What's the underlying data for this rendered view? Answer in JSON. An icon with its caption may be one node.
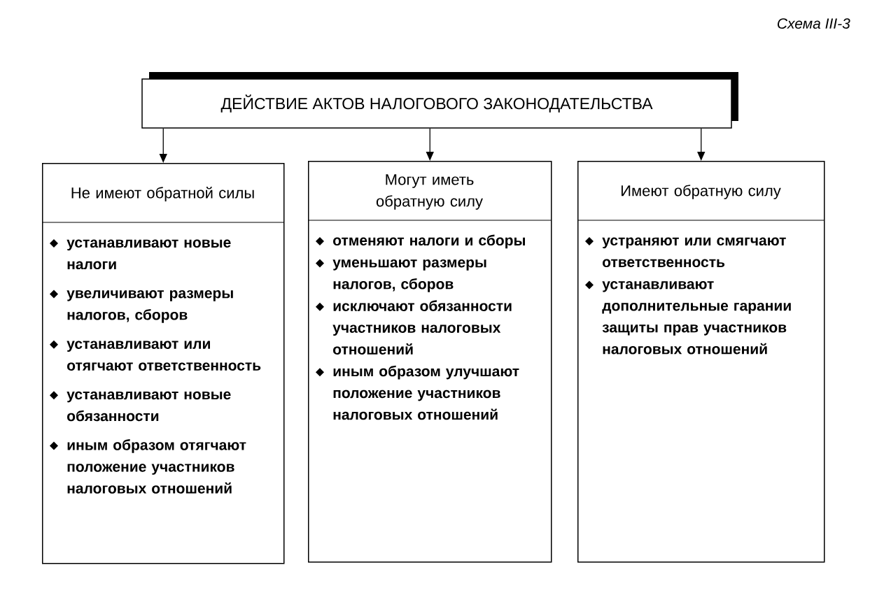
{
  "diagram": {
    "nodes": [
      {
        "text": [
          "ДЕЙСТВИЕ АКТОВ НАЛОГОВОГО ЗАКОНОДАТЕЛЬСТВА"
        ]
      },
      {
        "text": [
          "Не имеют обратной силы",
          "устанавливают новые налоги",
          "увеличивают размеры налогов, сборов",
          "устанавливают или отягчают ответственность",
          "устанавливают новые обязанности",
          "иным образом отягчают положение участников налоговых отношений"
        ]
      },
      {
        "text": [
          "Могут иметь обратную силу",
          "отменяют налоги и сборы",
          "уменьшают размеры налогов, сборов",
          "исключают обязанности участников налоговых отношений",
          "иным образом улучшают положение участников налоговых отношений"
        ]
      },
      {
        "text": [
          "Имеют обратную силу",
          "устраняют или смягчают ответственность",
          "устанавливают дополнительные гарании защиты прав участников налоговых отношений"
        ]
      }
    ],
    "edges": [
      {
        "from": 0,
        "to": 1,
        "arrow": "to"
      },
      {
        "from": 0,
        "to": 2,
        "arrow": "to"
      },
      {
        "from": 0,
        "to": 3,
        "arrow": "to"
      }
    ],
    "labels": [
      "Схема III-3"
    ]
  }
}
